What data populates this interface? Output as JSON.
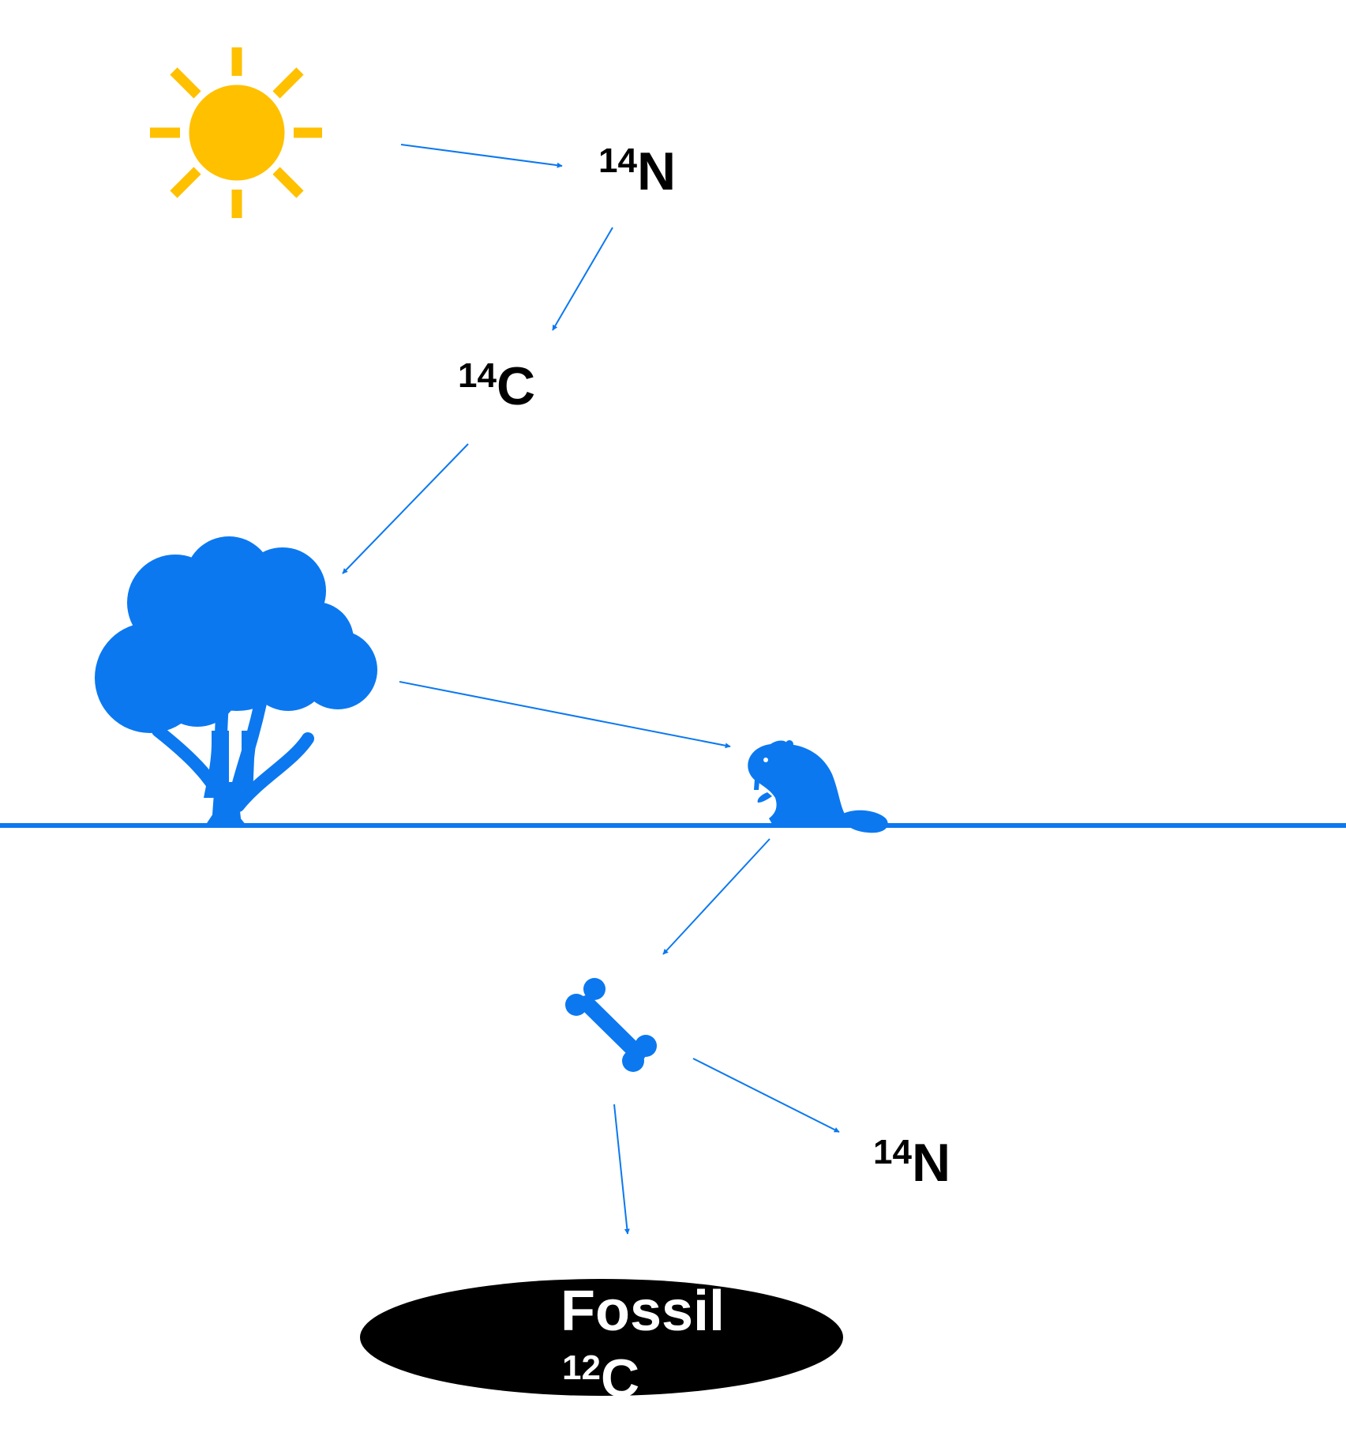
{
  "colors": {
    "sun": "#FFC000",
    "blue": "#0B78F0",
    "label": "#000000",
    "fossil_fill": "#000000",
    "fossil_text": "#FFFFFF"
  },
  "icons": {
    "sun": "sun-icon",
    "tree": "tree-icon",
    "beaver": "beaver-icon",
    "bone": "bone-icon",
    "ground": "ground-line"
  },
  "labels": {
    "n14_top": {
      "sup": "14",
      "base": "N"
    },
    "c14": {
      "sup": "14",
      "base": "C"
    },
    "n14_bottom": {
      "sup": "14",
      "base": "N"
    },
    "fossil": {
      "title": "Fossil",
      "sup": "12",
      "base": "C"
    }
  }
}
